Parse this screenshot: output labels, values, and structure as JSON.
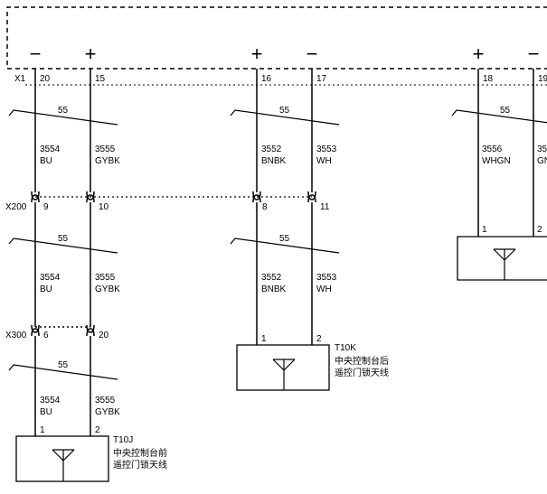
{
  "colors": {
    "line": "#000000",
    "background": "#ffffff"
  },
  "top_module": {
    "symbols": [
      "−",
      "+",
      "+",
      "−",
      "+",
      "−"
    ]
  },
  "connectors": [
    {
      "name": "X1",
      "pins": [
        "20",
        "15",
        "16",
        "17",
        "18",
        "19"
      ]
    },
    {
      "name": "X200",
      "pins": [
        "9",
        "10",
        "8",
        "11"
      ]
    },
    {
      "name": "X300",
      "pins": [
        "6",
        "20"
      ]
    }
  ],
  "wire_bundles": [
    {
      "size": "55",
      "wires": [
        {
          "id": "3554",
          "color": "BU"
        },
        {
          "id": "3555",
          "color": "GYBK"
        }
      ]
    },
    {
      "size": "55",
      "wires": [
        {
          "id": "3552",
          "color": "BNBK"
        },
        {
          "id": "3553",
          "color": "WH"
        }
      ]
    },
    {
      "size": "55",
      "wires": [
        {
          "id": "3556",
          "color": "WHGN"
        },
        {
          "id": "35",
          "color": "GN"
        }
      ]
    },
    {
      "size": "55",
      "wires": [
        {
          "id": "3554",
          "color": "BU"
        },
        {
          "id": "3555",
          "color": "GYBK"
        }
      ]
    },
    {
      "size": "55",
      "wires": [
        {
          "id": "3552",
          "color": "BNBK"
        },
        {
          "id": "3553",
          "color": "WH"
        }
      ]
    },
    {
      "size": "55",
      "wires": [
        {
          "id": "3554",
          "color": "BU"
        },
        {
          "id": "3555",
          "color": "GYBK"
        }
      ]
    }
  ],
  "antennas": [
    {
      "code": "T10K",
      "line1": "中央控制台后",
      "line2": "遥控门锁天线",
      "pins": [
        "1",
        "2"
      ]
    },
    {
      "code": "T10J",
      "line1": "中央控制台前",
      "line2": "遥控门锁天线",
      "pins": [
        "1",
        "2"
      ]
    },
    {
      "code": "",
      "line1": "",
      "line2": "",
      "pins": [
        "1",
        "2"
      ]
    }
  ]
}
